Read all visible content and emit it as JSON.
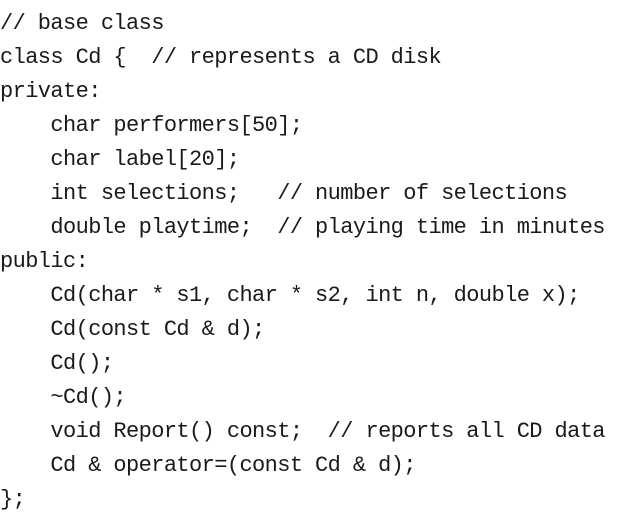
{
  "code": {
    "lines": [
      "// base class",
      "class Cd {  // represents a CD disk",
      "private:",
      "    char performers[50];",
      "    char label[20];",
      "    int selections;   // number of selections",
      "    double playtime;  // playing time in minutes",
      "public:",
      "    Cd(char * s1, char * s2, int n, double x);",
      "    Cd(const Cd & d);",
      "    Cd();",
      "    ~Cd();",
      "    void Report() const;  // reports all CD data",
      "    Cd & operator=(const Cd & d);",
      "};"
    ]
  }
}
